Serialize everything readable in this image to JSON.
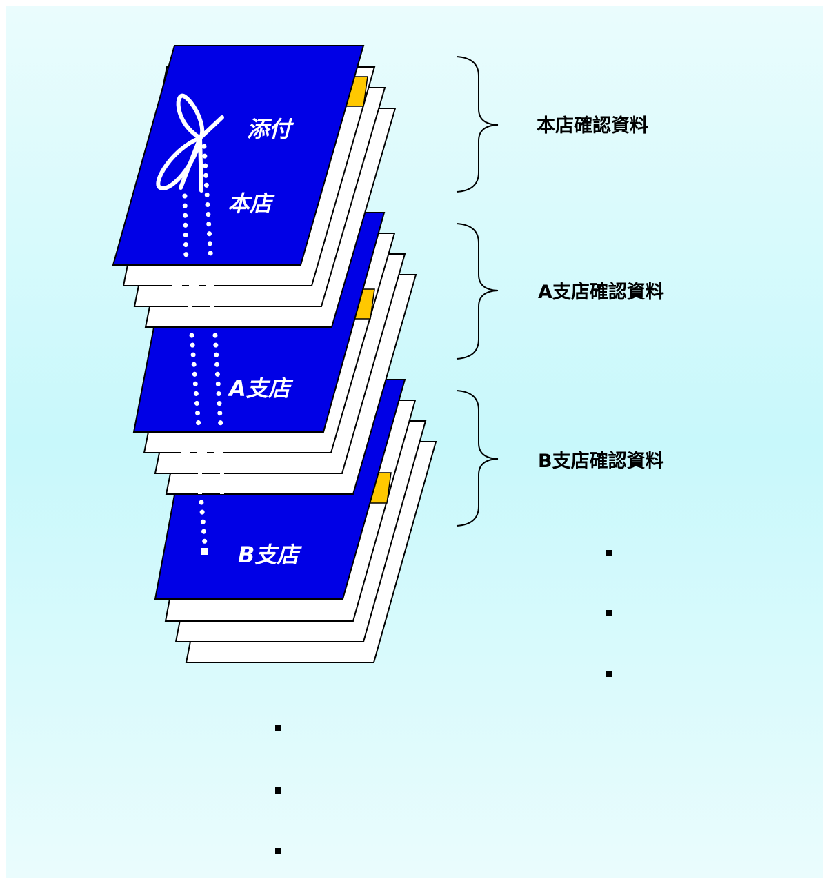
{
  "colors": {
    "cover": "#0000e6",
    "tab": "#ffc800",
    "background_top": "#eafcfd",
    "background_bottom": "#c8f8fb",
    "ribbon": "#ffffff"
  },
  "icons": [
    "ribbon-bow-icon"
  ],
  "bundles": [
    {
      "cover_lines": [
        "添付",
        "本店"
      ],
      "bracket_label": "本店確認資料"
    },
    {
      "cover_lines": [
        "A支店"
      ],
      "bracket_label": "A支店確認資料"
    },
    {
      "cover_lines": [
        "B支店"
      ],
      "bracket_label": "B支店確認資料"
    }
  ],
  "continuation": {
    "right_column_dots": 3,
    "bottom_column_dots": 3
  }
}
